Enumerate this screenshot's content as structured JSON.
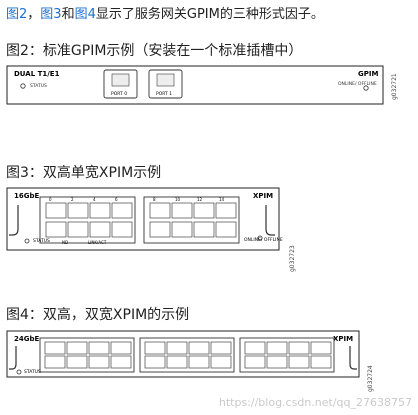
{
  "intro": {
    "fig2": "图2",
    "sep1": "，",
    "fig3": "图3",
    "and": "和",
    "fig4": "图4",
    "rest": "显示了服务网关GPIM的三种形式因子。"
  },
  "figures": [
    {
      "caption": "图2：标准GPIM示例（安装在一个标准插槽中）",
      "card_title_left": "DUAL T1/E1",
      "card_title_right": "GPIM",
      "status_label": "STATUS",
      "port_labels": [
        "PORT 0",
        "PORT 1"
      ],
      "online_label": "ONLINE/\nOFFLINE",
      "figure_id": "g032721"
    },
    {
      "caption": "图3：双高单宽XPIM示例",
      "card_title_left": "16GbE",
      "card_title_right": "XPIM",
      "status_label": "STATUS",
      "small_labels": [
        "ND",
        "LINK/ACT"
      ],
      "port_numbers_top": [
        "0",
        "2",
        "4",
        "6",
        "8",
        "10",
        "12",
        "14"
      ],
      "online_label": "ONLINE/\nOFFLINE",
      "figure_id": "g032723"
    },
    {
      "caption": "图4：双高，双宽XPIM的示例",
      "card_title_left": "24GbE",
      "card_title_right": "XPIM",
      "status_label": "STATUS",
      "figure_id": "g032724"
    }
  ],
  "watermark": "https://blog.csdn.net/qq_27638757"
}
